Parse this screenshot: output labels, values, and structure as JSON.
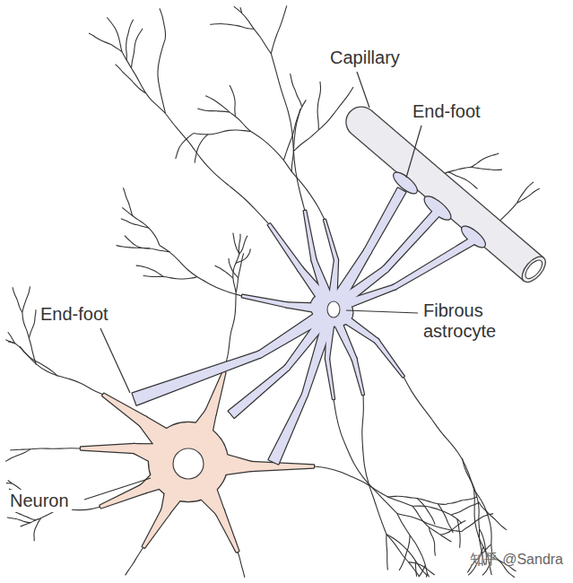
{
  "diagram": {
    "labels": [
      "Capillary",
      "End-foot",
      "End-foot",
      "Fibrous astrocyte",
      "Neuron",
      "知乎 @Sandra"
    ]
  }
}
